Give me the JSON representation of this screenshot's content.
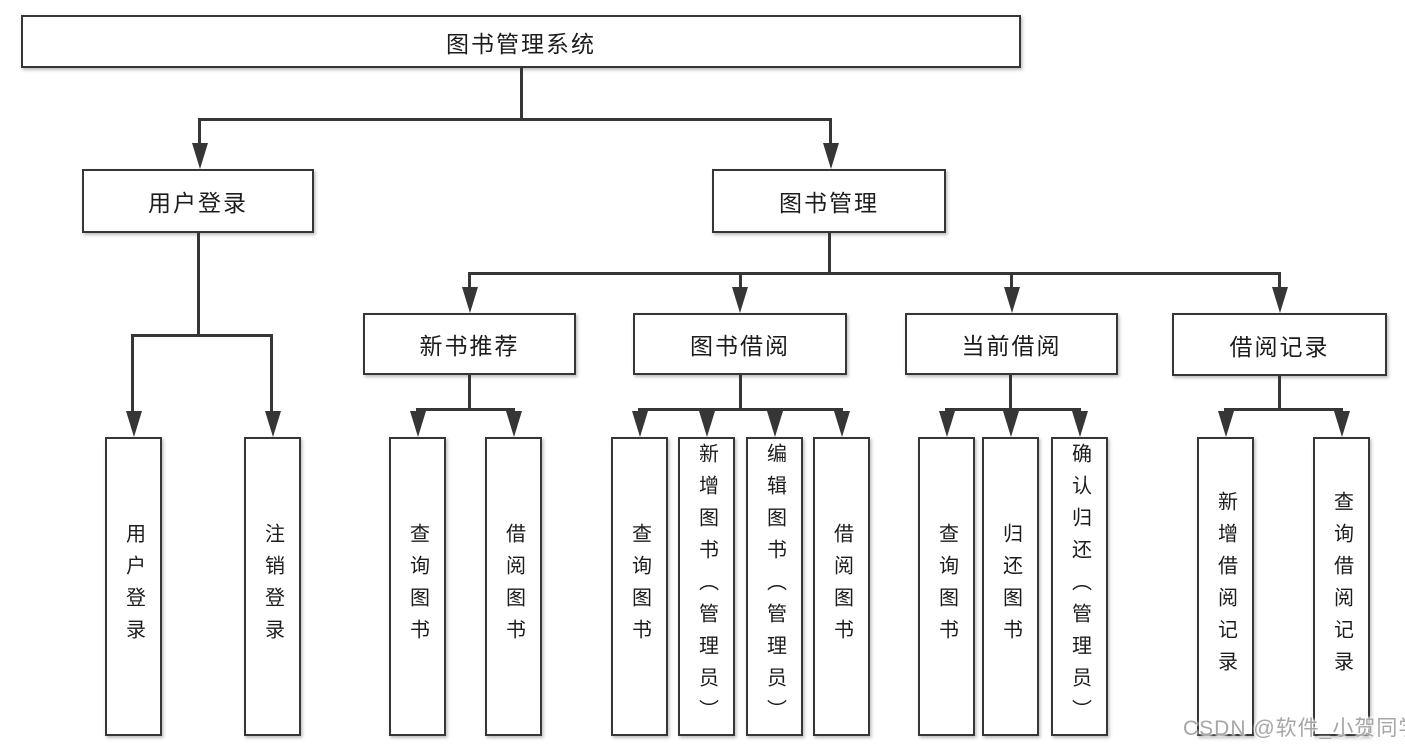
{
  "diagram": {
    "root_label": "图书管理系统",
    "branches": [
      {
        "label": "用户登录",
        "children": [
          "用户登录",
          "注销登录"
        ]
      },
      {
        "label": "图书管理",
        "modules": [
          {
            "label": "新书推荐",
            "children": [
              "查询图书",
              "借阅图书"
            ]
          },
          {
            "label": "图书借阅",
            "children": [
              "查询图书",
              "新增图书（管理员）",
              "编辑图书（管理员）",
              "借阅图书"
            ]
          },
          {
            "label": "当前借阅",
            "children": [
              "查询图书",
              "归还图书",
              "确认归还（管理员）"
            ]
          },
          {
            "label": "借阅记录",
            "children": [
              "新增借阅记录",
              "查询借阅记录"
            ]
          }
        ]
      }
    ]
  },
  "watermark": {
    "text": "CSDN @软件_小贺同学"
  },
  "colors": {
    "line": "#363636",
    "text": "#1c1c1c",
    "watermark_text": "#a6a6a6",
    "background": "#ffffff"
  }
}
